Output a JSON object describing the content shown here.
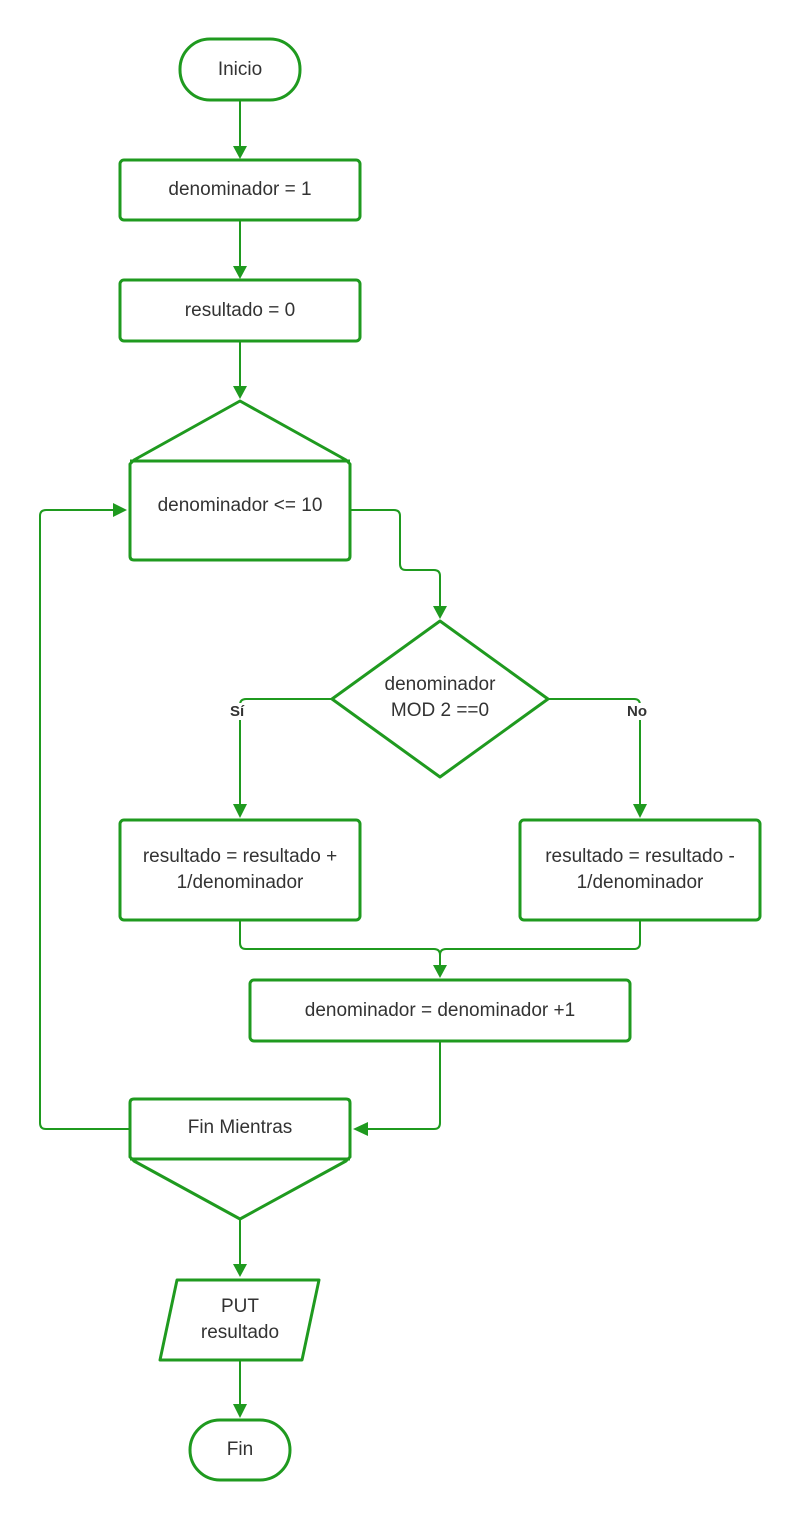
{
  "colors": {
    "stroke": "#1f9a1f",
    "text": "#333333",
    "background": "#ffffff"
  },
  "nodes": {
    "start": "Inicio",
    "init_denominador": "denominador = 1",
    "init_resultado": "resultado = 0",
    "while_condition": "denominador <= 10",
    "mod_condition": "denominador\nMOD 2 ==0",
    "add_step": "resultado = resultado +\n1/denominador",
    "sub_step": "resultado = resultado -\n1/denominador",
    "increment": "denominador = denominador +1",
    "end_while": "Fin Mientras",
    "output": "PUT\nresultado",
    "end": "Fin"
  },
  "branches": {
    "yes": "Sí",
    "no": "No"
  }
}
